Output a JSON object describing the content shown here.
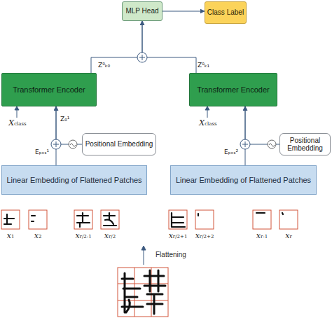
{
  "diagram": {
    "nodes": [
      {
        "text": [
          "MLP Head"
        ]
      },
      {
        "text": [
          "Class Label"
        ]
      },
      {
        "text": [
          "Transformer Encoder"
        ]
      },
      {
        "text": [
          "Transformer Encoder"
        ]
      },
      {
        "text": [
          "Positional Embedding"
        ]
      },
      {
        "text": [
          "Positional Embedding"
        ]
      },
      {
        "text": [
          "Linear Embedding of Flattened Patches"
        ]
      },
      {
        "text": [
          "Linear Embedding of Flattened Patches"
        ]
      }
    ],
    "edges": [
      {
        "from": 0,
        "to": 1,
        "arrow": "to"
      },
      {
        "from": 2,
        "to": 0,
        "arrow": "to"
      },
      {
        "from": 3,
        "to": 0,
        "arrow": "to"
      },
      {
        "from": 4,
        "to": 2,
        "arrow": "to"
      },
      {
        "from": 6,
        "to": 2,
        "arrow": "to"
      },
      {
        "from": 5,
        "to": 3,
        "arrow": "to"
      },
      {
        "from": 7,
        "to": 3,
        "arrow": "to"
      }
    ],
    "labels": [
      "Z⁰ₖ₀",
      "Z⁰ₖ₁",
      "Xclass",
      "Z₀¹",
      "Eₚₒₛ¹",
      "Xclass",
      "Eₚₒₛ²",
      "x1",
      "x2",
      "xr/2-1",
      "xr/2",
      "xr/2+1",
      "xr/2+2",
      "xr-1",
      "xr",
      "Flattening"
    ]
  }
}
